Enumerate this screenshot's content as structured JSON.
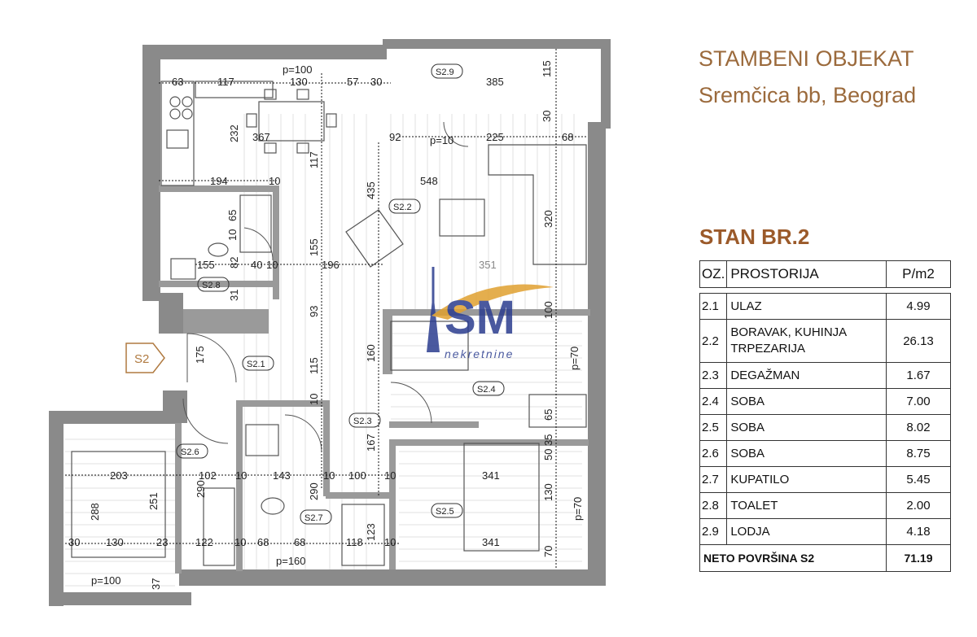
{
  "header": {
    "line1": "STAMBENI OBJEKAT",
    "line2": "Sremčica bb, Beograd"
  },
  "apartment_title": "STAN BR.2",
  "table": {
    "col_oz": "OZ.",
    "col_name": "PROSTORIJA",
    "col_area": "P/m2",
    "rows": [
      {
        "oz": "2.1",
        "name": "ULAZ",
        "area": "4.99"
      },
      {
        "oz": "2.2",
        "name": "BORAVAK, KUHINJA TRPEZARIJA",
        "area": "26.13"
      },
      {
        "oz": "2.3",
        "name": "DEGAŽMAN",
        "area": "1.67"
      },
      {
        "oz": "2.4",
        "name": "SOBA",
        "area": "7.00"
      },
      {
        "oz": "2.5",
        "name": "SOBA",
        "area": "8.02"
      },
      {
        "oz": "2.6",
        "name": "SOBA",
        "area": "8.75"
      },
      {
        "oz": "2.7",
        "name": "KUPATILO",
        "area": "5.45"
      },
      {
        "oz": "2.8",
        "name": "TOALET",
        "area": "2.00"
      },
      {
        "oz": "2.9",
        "name": "LODJA",
        "area": "4.18"
      }
    ],
    "total_label": "NETO POVRŠINA S2",
    "total_value": "71.19"
  },
  "plan": {
    "entrance_tag": "S2",
    "room_tags": {
      "s21": "S2.1",
      "s22": "S2.2",
      "s23": "S2.3",
      "s24": "S2.4",
      "s25": "S2.5",
      "s26": "S2.6",
      "s27": "S2.7",
      "s28": "S2.8",
      "s29": "S2.9"
    },
    "dims": {
      "d63": "63",
      "d117a": "117",
      "d130a": "130",
      "p100top": "p=100",
      "d57": "57",
      "d30a": "30",
      "d385": "385",
      "d115a": "115",
      "d30b": "30",
      "d232": "232",
      "d367": "367",
      "d117b": "117",
      "d92": "92",
      "p10": "p=10",
      "d225": "225",
      "d68a": "68",
      "d194": "194",
      "d10a": "10",
      "d435": "435",
      "d548": "548",
      "d65a": "65",
      "d320": "320",
      "d10b": "10",
      "d155a": "155",
      "d155b": "155",
      "d82": "82",
      "d40": "40",
      "d10c": "10",
      "d196": "196",
      "d351": "351",
      "d31": "31",
      "d93": "93",
      "d100a": "100",
      "d175": "175",
      "d160": "160",
      "p70a": "p=70",
      "d115b": "115",
      "d10d": "10",
      "d65b": "65",
      "d167": "167",
      "d35": "35",
      "d50": "50",
      "d203": "203",
      "d102": "102",
      "d10e": "10",
      "d143": "143",
      "d10f": "10",
      "d100b": "100",
      "d10g": "10",
      "d341a": "341",
      "d251": "251",
      "d290a": "290",
      "d290b": "290",
      "d288": "288",
      "d130b": "130",
      "p70b": "p=70",
      "d30c": "30",
      "d130c": "130",
      "d23": "23",
      "d122": "122",
      "d10h": "10",
      "d68b": "68",
      "d68c": "68",
      "d118": "118",
      "d123": "123",
      "d10i": "10",
      "d341b": "341",
      "d70": "70",
      "p160": "p=160",
      "p100bot": "p=100",
      "d37": "37"
    }
  },
  "watermark": {
    "logo": "SM",
    "brand": "nekretnine"
  }
}
